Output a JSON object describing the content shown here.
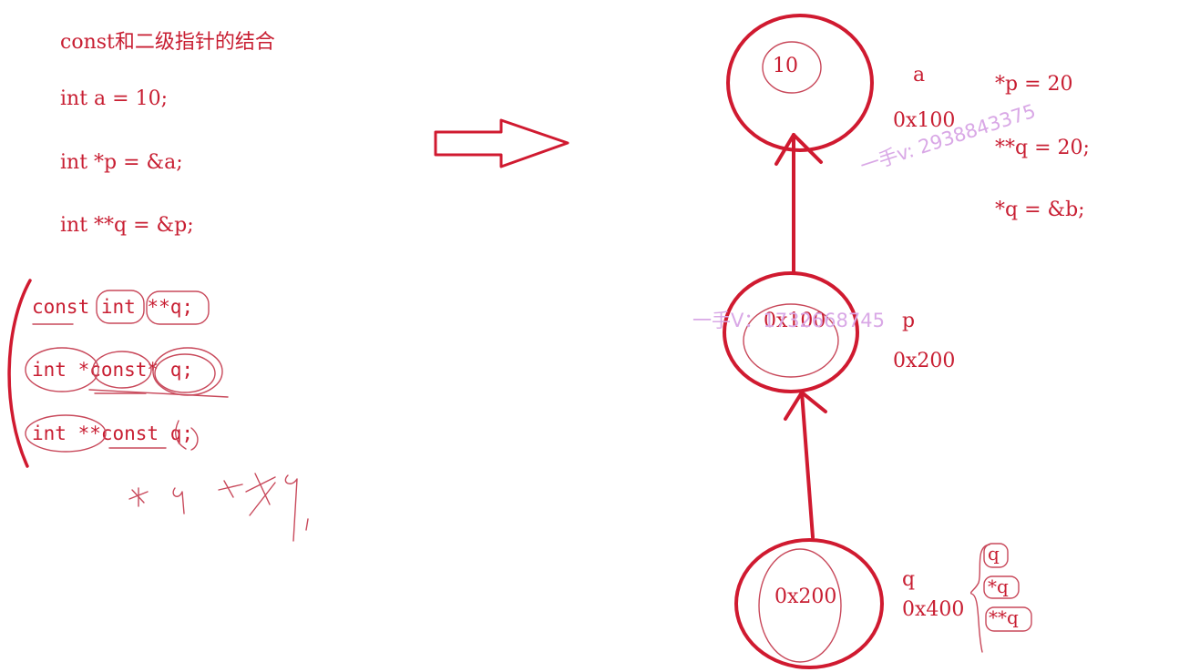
{
  "colors": {
    "ink": "#c81e32",
    "pen": "#d01a30",
    "watermark": "#d9a8e6"
  },
  "code": {
    "title": "const和二级指针的结合",
    "line1": "int a = 10;",
    "line2": "int *p = &a;",
    "line3": "int **q = &p;",
    "variant1": "const int **q;",
    "variant2": "int *const* q;",
    "variant3": "int **const q;"
  },
  "nodes": {
    "a": {
      "value": "10",
      "name": "a",
      "address": "0x100"
    },
    "p": {
      "value": "0x100",
      "name": "p",
      "address": "0x200"
    },
    "q": {
      "value": "0x200",
      "name": "q",
      "address": "0x400"
    }
  },
  "notes": {
    "note1": "*p = 20",
    "note2": "**q = 20;",
    "note3": "*q = &b;"
  },
  "q_levels": [
    "q",
    "*q",
    "**q"
  ],
  "watermarks": {
    "w1": "一手v: 2938843375",
    "w2": "一手V：1732668745"
  }
}
